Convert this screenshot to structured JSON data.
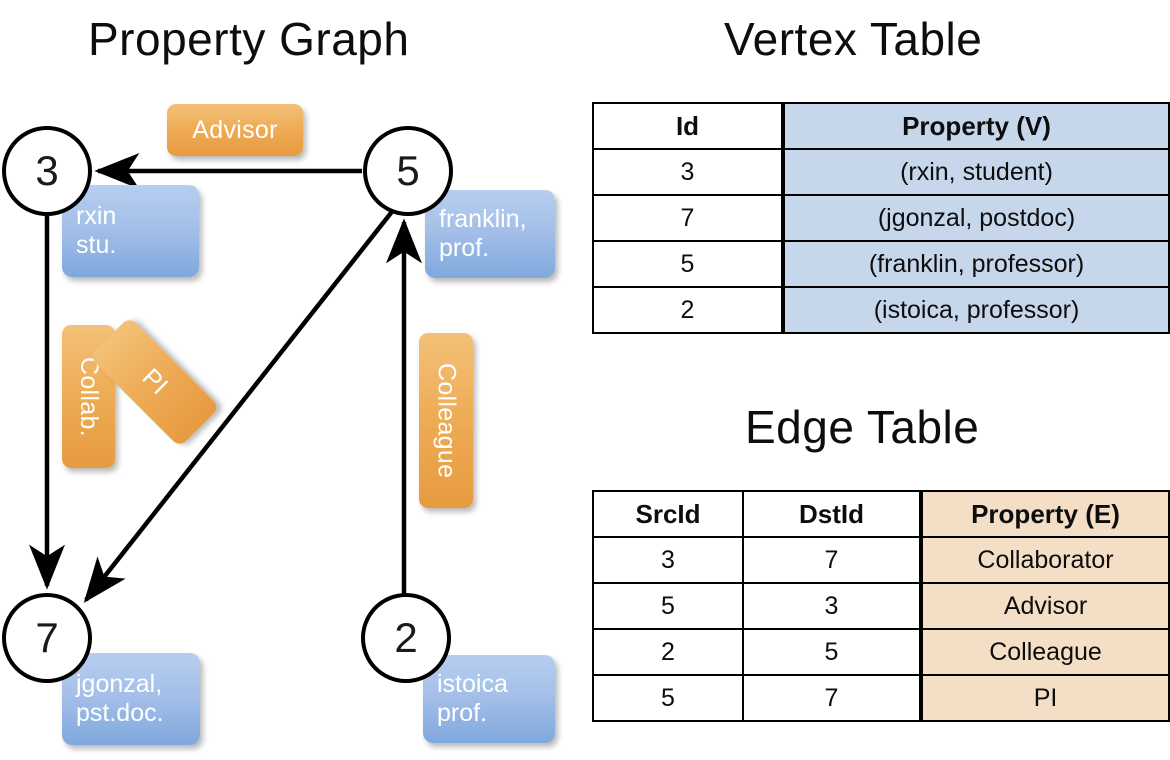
{
  "titles": {
    "graph": "Property Graph",
    "vertex_table": "Vertex Table",
    "edge_table": "Edge Table"
  },
  "graph": {
    "nodes": [
      {
        "id": "3",
        "property_label": "rxin\nstu.",
        "line1": "rxin",
        "line2": "stu."
      },
      {
        "id": "5",
        "property_label": "franklin,\nprof.",
        "line1": "franklin,",
        "line2": "prof."
      },
      {
        "id": "7",
        "property_label": "jgonzal,\npst.doc.",
        "line1": "jgonzal,",
        "line2": "pst.doc."
      },
      {
        "id": "2",
        "property_label": "istoica\nprof.",
        "line1": "istoica",
        "line2": "prof."
      }
    ],
    "edges": [
      {
        "src": "5",
        "dst": "3",
        "label": "Advisor"
      },
      {
        "src": "3",
        "dst": "7",
        "label": "Collab."
      },
      {
        "src": "7",
        "dst": "5",
        "label": "PI"
      },
      {
        "src": "2",
        "dst": "5",
        "label": "Colleague"
      }
    ]
  },
  "vertex_table": {
    "headers": [
      "Id",
      "Property (V)"
    ],
    "rows": [
      {
        "id": "3",
        "property": "(rxin, student)"
      },
      {
        "id": "7",
        "property": "(jgonzal, postdoc)"
      },
      {
        "id": "5",
        "property": "(franklin, professor)"
      },
      {
        "id": "2",
        "property": "(istoica, professor)"
      }
    ]
  },
  "edge_table": {
    "headers": [
      "SrcId",
      "DstId",
      "Property (E)"
    ],
    "rows": [
      {
        "src": "3",
        "dst": "7",
        "property": "Collaborator"
      },
      {
        "src": "5",
        "dst": "3",
        "property": "Advisor"
      },
      {
        "src": "2",
        "dst": "5",
        "property": "Colleague"
      },
      {
        "src": "5",
        "dst": "7",
        "property": "PI"
      }
    ]
  },
  "colors": {
    "vertex_property_fill": "#c6d7ec",
    "edge_property_fill": "#f4dfc6",
    "node_box_blue": "#a5c0e8",
    "edge_badge_orange": "#eeab55",
    "stroke": "#000000"
  }
}
